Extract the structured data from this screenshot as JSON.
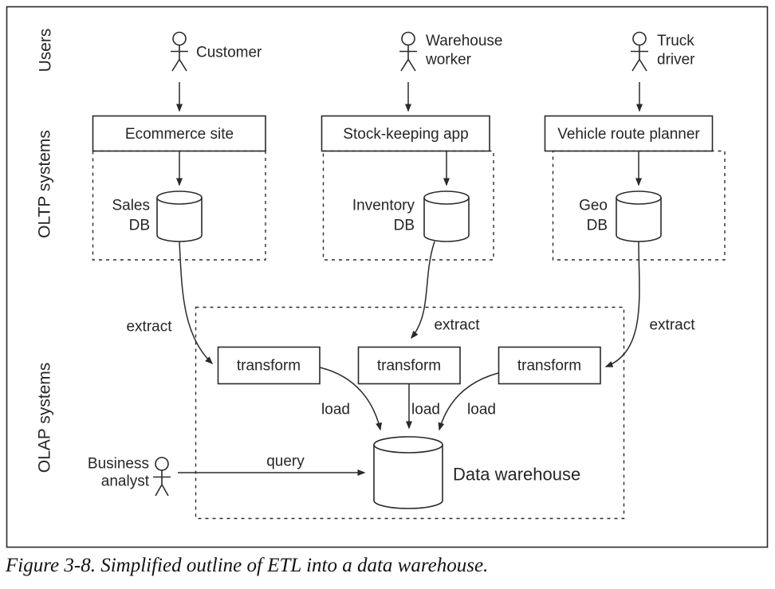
{
  "caption": "Figure 3-8. Simplified outline of ETL into a data warehouse.",
  "lanes": {
    "users": "Users",
    "oltp": "OLTP systems",
    "olap": "OLAP systems"
  },
  "columns": [
    {
      "actor": "Customer",
      "app": "Ecommerce site",
      "db_line1": "Sales",
      "db_line2": "DB",
      "extract": "extract",
      "transform": "transform",
      "load": "load"
    },
    {
      "actor": "Warehouse",
      "actor_line2": "worker",
      "app": "Stock-keeping app",
      "db_line1": "Inventory",
      "db_line2": "DB",
      "extract": "extract",
      "transform": "transform",
      "load": "load"
    },
    {
      "actor": "Truck",
      "actor_line2": "driver",
      "app": "Vehicle route planner",
      "db_line1": "Geo",
      "db_line2": "DB",
      "extract": "extract",
      "transform": "transform",
      "load": "load"
    }
  ],
  "olap": {
    "warehouse_label": "Data warehouse",
    "query": "query",
    "analyst_line1": "Business",
    "analyst_line2": "analyst"
  },
  "colors": {
    "line": "#2b2a29",
    "text": "#262626",
    "background": "#ffffff"
  }
}
